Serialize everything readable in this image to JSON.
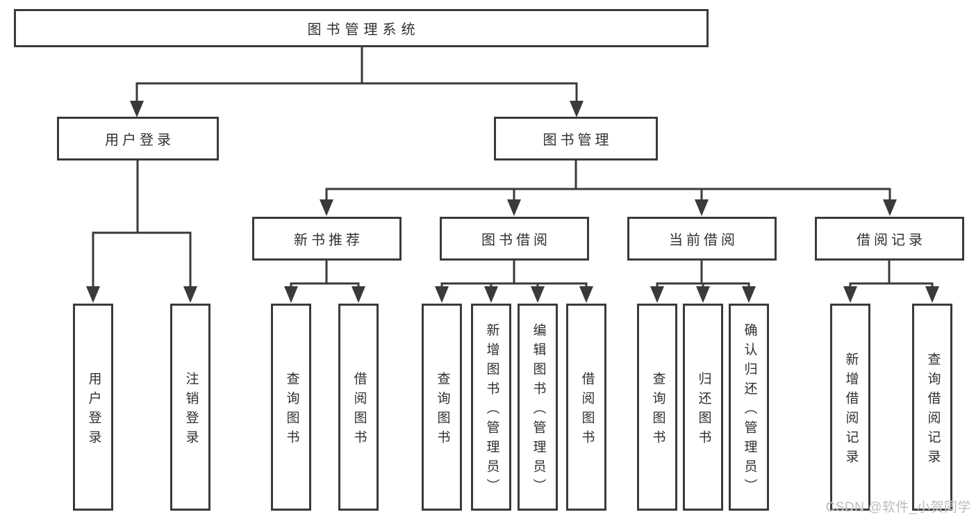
{
  "diagram": {
    "root": {
      "label": "图书管理系统"
    },
    "level2": [
      {
        "label": "用户登录",
        "children": [
          {
            "label": "用户登录"
          },
          {
            "label": "注销登录"
          }
        ]
      },
      {
        "label": "图书管理",
        "children": [
          {
            "label": "新书推荐",
            "children": [
              {
                "label": "查询图书"
              },
              {
                "label": "借阅图书"
              }
            ]
          },
          {
            "label": "图书借阅",
            "children": [
              {
                "label": "查询图书"
              },
              {
                "label": "新增图书（管理员）"
              },
              {
                "label": "编辑图书（管理员）"
              },
              {
                "label": "借阅图书"
              }
            ]
          },
          {
            "label": "当前借阅",
            "children": [
              {
                "label": "查询图书"
              },
              {
                "label": "归还图书"
              },
              {
                "label": "确认归还（管理员）"
              }
            ]
          },
          {
            "label": "借阅记录",
            "children": [
              {
                "label": "新增借阅记录"
              },
              {
                "label": "查询借阅记录"
              }
            ]
          }
        ]
      }
    ]
  },
  "watermark": {
    "text": "CSDN @软件_小贺同学"
  },
  "colors": {
    "line": "#3a3a3a",
    "text": "#303030",
    "bg": "#ffffff",
    "watermark": "#b9bdc1"
  }
}
